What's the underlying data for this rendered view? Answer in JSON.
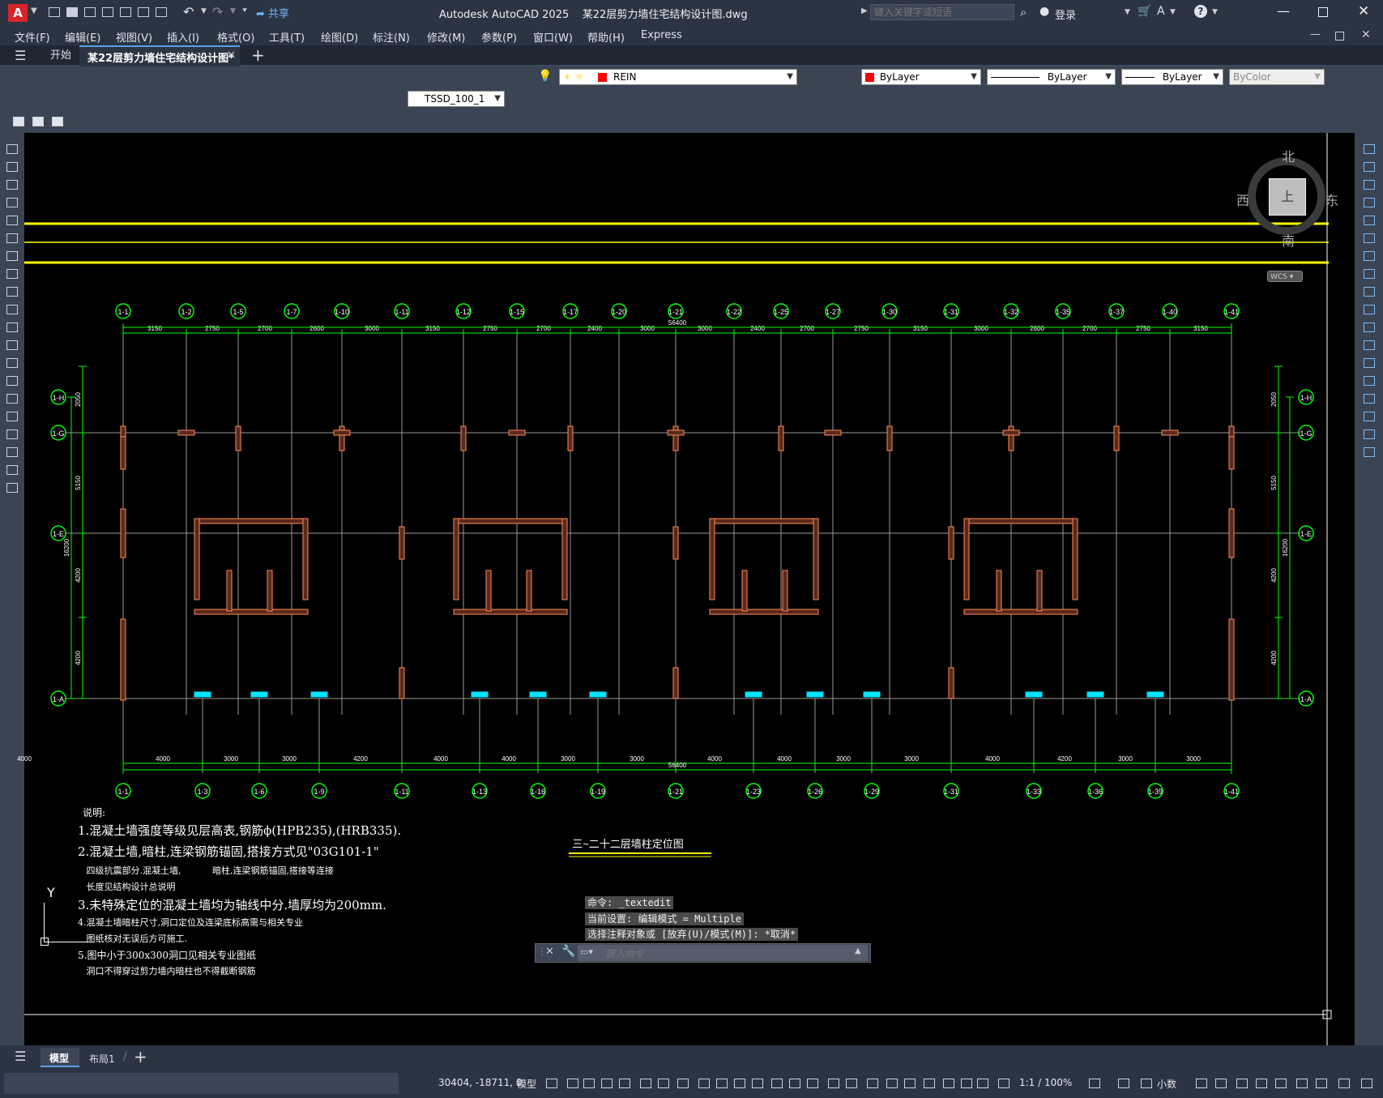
{
  "titlebar": {
    "app_logo": "A",
    "share_label": "共享",
    "title": "Autodesk AutoCAD 2025    某22层剪力墙住宅结构设计图.dwg",
    "search_placeholder": "键入关键字或短语",
    "login_label": "登录"
  },
  "menu": [
    "文件(F)",
    "编辑(E)",
    "视图(V)",
    "插入(I)",
    "格式(O)",
    "工具(T)",
    "绘图(D)",
    "标注(N)",
    "修改(M)",
    "参数(P)",
    "窗口(W)",
    "帮助(H)",
    "Express"
  ],
  "tabs": {
    "start": "开始",
    "active_doc": "某22层剪力墙住宅结构设计图*"
  },
  "properties": {
    "layer": "REIN",
    "color": "ByLayer",
    "linetype": "ByLayer",
    "lineweight": "ByLayer",
    "plotstyle": "ByColor",
    "text_style": "TSSD_100_1"
  },
  "viewcube": {
    "north": "北",
    "south": "南",
    "east": "东",
    "west": "西",
    "face": "上",
    "wcs": "WCS"
  },
  "drawing": {
    "top_axes": [
      "1-1",
      "1-2",
      "1-5",
      "1-7",
      "1-10",
      "1-11",
      "1-12",
      "1-15",
      "1-17",
      "1-20",
      "1-21",
      "1-22",
      "1-25",
      "1-27",
      "1-30",
      "1-31",
      "1-32",
      "1-35",
      "1-37",
      "1-40",
      "1-41"
    ],
    "bottom_axes": [
      "1-1",
      "1-3",
      "1-6",
      "1-9",
      "1-11",
      "1-13",
      "1-16",
      "1-19",
      "1-21",
      "1-23",
      "1-26",
      "1-29",
      "1-31",
      "1-33",
      "1-36",
      "1-39",
      "1-41"
    ],
    "left_axes": [
      "1-H",
      "1-G",
      "1-E",
      "1-A"
    ],
    "right_axes": [
      "1-H",
      "1-G",
      "1-E",
      "1-A"
    ],
    "top_dims": [
      "3150",
      "2750",
      "2700",
      "2600",
      "3000",
      "3150",
      "2750",
      "2700",
      "2400",
      "3000",
      "3000",
      "2400",
      "2700",
      "2750",
      "3150",
      "3000",
      "2600",
      "2700",
      "2750",
      "3150"
    ],
    "top_total": "56400",
    "bottom_dims": [
      "4000",
      "3000",
      "3000",
      "4200",
      "4000",
      "4000",
      "3000",
      "3000",
      "4000",
      "4000",
      "3000",
      "3000",
      "4000",
      "4200",
      "3000",
      "3000",
      "4000"
    ],
    "bottom_total": "56400",
    "left_dims": [
      "2050",
      "5150",
      "4200",
      "4200"
    ],
    "left_total": "16200",
    "right_dims": [
      "2050",
      "5150",
      "4200",
      "4200"
    ],
    "right_total": "16200",
    "plan_title": "三~二十二层墙柱定位图"
  },
  "notes": {
    "heading": "说明:",
    "lines": [
      "1.混凝土墙强度等级见层高表,钢筋ϕ(HPB235),(HRB335).",
      "2.混凝土墙,暗柱,连梁钢筋锚固,搭接方式见\"03G101-1\"",
      "   四级抗震部分.混凝土墙,           暗柱,连梁钢筋锚固,搭接等连接",
      "   长度见结构设计总说明",
      "3.未特殊定位的混凝土墙均为轴线中分.墙厚均为200mm.",
      "4.混凝土墙暗柱尺寸,洞口定位及连梁底标高需与相关专业",
      "   图纸核对无误后方可施工.",
      "5.图中小于300x300洞口见相关专业图纸",
      "   洞口不得穿过剪力墙内暗柱也不得截断钢筋"
    ]
  },
  "ucs": {
    "y": "Y"
  },
  "command": {
    "history": [
      "命令: _textedit",
      "当前设置: 编辑模式 = Multiple",
      "选择注释对象或 [放弃(U)/模式(M)]: *取消*"
    ],
    "placeholder": "键入命令"
  },
  "layouts": {
    "model": "模型",
    "layout1": "布局1"
  },
  "status": {
    "coords": "30404, -18711, 0",
    "model": "模型",
    "scale": "1:1 / 100%",
    "units": "小数"
  }
}
